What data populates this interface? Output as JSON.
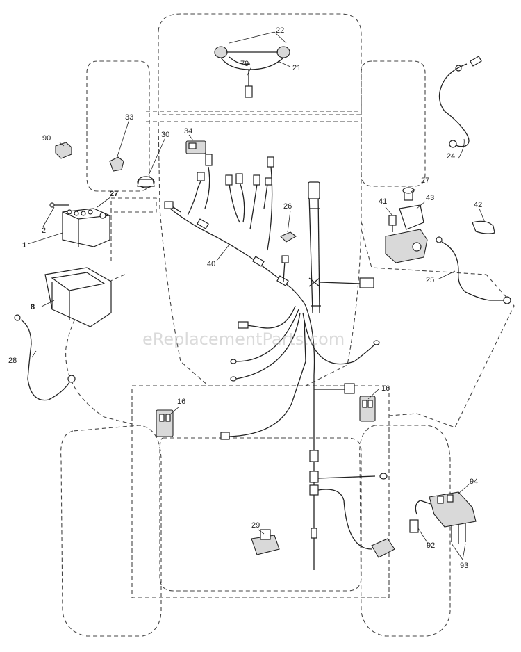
{
  "watermark": "eReplacementParts.com",
  "part_labels": {
    "p1": "1",
    "p2": "2",
    "p8": "8",
    "p16a": "16",
    "p16b": "16",
    "p21": "21",
    "p22": "22",
    "p24": "24",
    "p25": "25",
    "p26": "26",
    "p27a": "27",
    "p27b": "27",
    "p28": "28",
    "p29": "29",
    "p30": "30",
    "p33": "33",
    "p34": "34",
    "p40": "40",
    "p41": "41",
    "p42": "42",
    "p43": "43",
    "p79": "79",
    "p90": "90",
    "p92": "92",
    "p93": "93",
    "p94": "94"
  }
}
